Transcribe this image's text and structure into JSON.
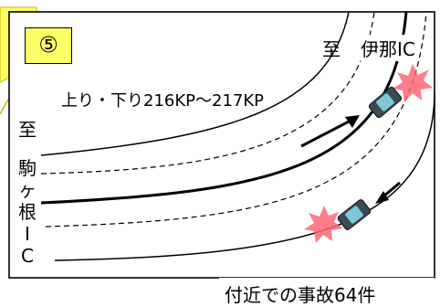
{
  "badge": {
    "number": "⑤",
    "color": "#FFFF66"
  },
  "labels": {
    "destination_right_prefix": "至",
    "destination_right": "伊那IC",
    "section": "上り・下り216KP～217KP",
    "destination_left_prefix": "至",
    "destination_left_chars": [
      "駒",
      "ヶ",
      "根",
      "I",
      "C"
    ],
    "accident_count": "付近での事故64件"
  },
  "colors": {
    "burst": "#FF6677",
    "car_body": "#3a4a55",
    "car_window": "#7ec8d8"
  },
  "icons": [
    "crash-burst-icon",
    "car-icon",
    "arrow-icon"
  ]
}
